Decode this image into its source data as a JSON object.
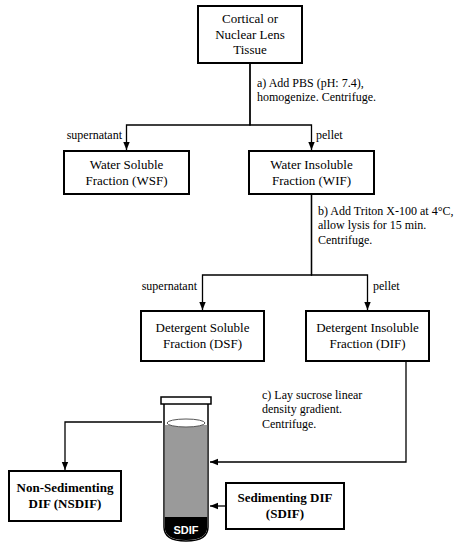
{
  "diagram": {
    "nodes": [
      {
        "text": [
          "Cortical or Nuclear Lens Tissue"
        ]
      },
      {
        "text": [
          "Water Soluble Fraction (WSF)"
        ]
      },
      {
        "text": [
          "Water Insoluble Fraction (WIF)"
        ]
      },
      {
        "text": [
          "Detergent Soluble Fraction (DSF)"
        ]
      },
      {
        "text": [
          "Detergent Insoluble Fraction (DIF)"
        ]
      },
      {
        "text": [
          "SDIF"
        ]
      },
      {
        "text": [
          "Non-Sedimenting DIF (NSDIF)"
        ]
      },
      {
        "text": [
          "Sedimenting DIF (SDIF)"
        ]
      }
    ],
    "edges": [
      {
        "from": 0,
        "to": 1,
        "arrow": "to",
        "label": "supernatant"
      },
      {
        "from": 0,
        "to": 2,
        "arrow": "to",
        "label": "pellet"
      },
      {
        "from": 2,
        "to": 3,
        "arrow": "to",
        "label": "supernatant"
      },
      {
        "from": 2,
        "to": 4,
        "arrow": "to",
        "label": "pellet"
      },
      {
        "from": 4,
        "to": 5,
        "arrow": "to"
      },
      {
        "from": 5,
        "to": 6,
        "arrow": "to"
      },
      {
        "from": 7,
        "to": 5,
        "arrow": "to"
      }
    ],
    "labels": [
      "a) Add PBS (pH: 7.4), homogenize. Centrifuge.",
      "b) Add Triton X-100 at 4°C, allow lysis for 15 min. Centrifuge.",
      "c) Lay sucrose linear density gradient. Centrifuge."
    ]
  }
}
